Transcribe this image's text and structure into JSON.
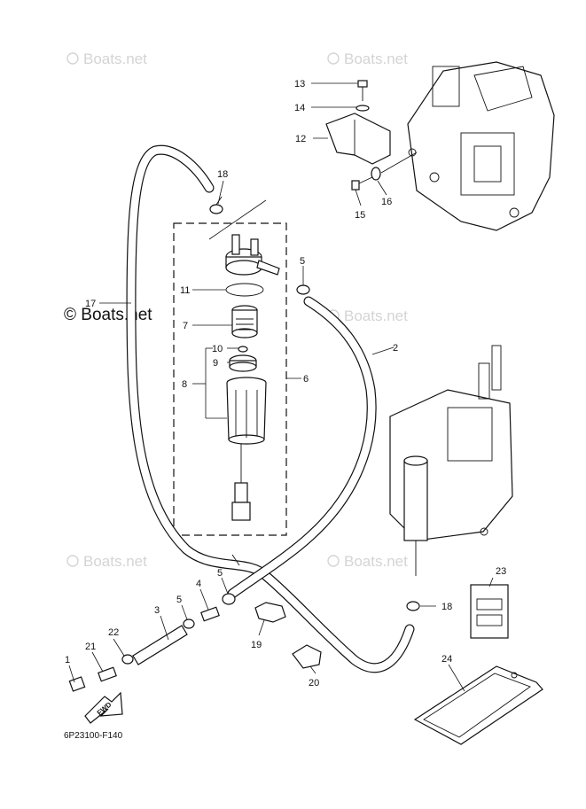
{
  "watermark": {
    "text": "Boats.net",
    "symbol": "©",
    "big_text": "© Boats.net"
  },
  "diagram_code": "6P23100-F140",
  "fwd_label": "FWD",
  "callouts": {
    "c1": "1",
    "c2": "2",
    "c3": "3",
    "c4": "4",
    "c5a": "5",
    "c5b": "5",
    "c5c": "5",
    "c6": "6",
    "c7": "7",
    "c8": "8",
    "c9": "9",
    "c10": "10",
    "c11": "11",
    "c12": "12",
    "c13": "13",
    "c14": "14",
    "c15": "15",
    "c16": "16",
    "c17": "17",
    "c18a": "18",
    "c18b": "18",
    "c19": "19",
    "c20": "20",
    "c21": "21",
    "c22": "22",
    "c23": "23",
    "c24": "24"
  },
  "colors": {
    "line": "#111111",
    "watermark": "#d4d4d4",
    "background": "#ffffff"
  },
  "icons": {
    "watermark": "copyright-icon",
    "arrow": "fwd-arrow-icon"
  }
}
